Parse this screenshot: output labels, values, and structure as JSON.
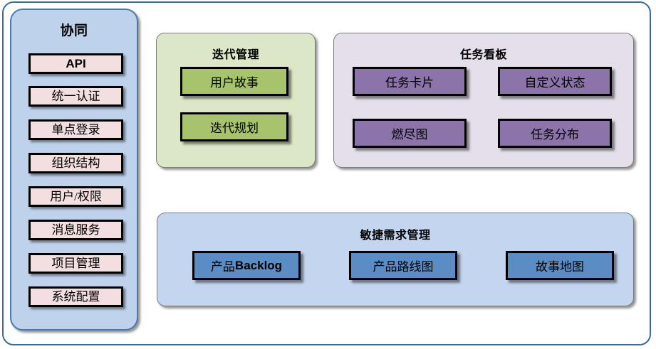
{
  "diagram": {
    "sidebar": {
      "title": "协同",
      "items": [
        {
          "label": "API",
          "style": "latin-bold"
        },
        {
          "label": "统一认证",
          "style": "cjk"
        },
        {
          "label": "单点登录",
          "style": "cjk"
        },
        {
          "label": "组织结构",
          "style": "cjk"
        },
        {
          "label": "用户/权限",
          "style": "cjk"
        },
        {
          "label": "消息服务",
          "style": "cjk"
        },
        {
          "label": "项目管理",
          "style": "cjk"
        },
        {
          "label": "系统配置",
          "style": "cjk"
        }
      ]
    },
    "iteration": {
      "title": "迭代管理",
      "items": [
        {
          "label": "用户故事"
        },
        {
          "label": "迭代规划"
        }
      ]
    },
    "taskboard": {
      "title": "任务看板",
      "items": [
        {
          "label": "任务卡片"
        },
        {
          "label": "自定义状态"
        },
        {
          "label": "燃尽图"
        },
        {
          "label": "任务分布"
        }
      ]
    },
    "agile": {
      "title": "敏捷需求管理",
      "items": [
        {
          "label": "产品Backlog"
        },
        {
          "label": "产品路线图"
        },
        {
          "label": "故事地图"
        }
      ]
    }
  },
  "colors": {
    "outer_border": "#3b6a9e",
    "sidebar_fill": "#bed2ec",
    "sidebar_border": "#4a7bb0",
    "sidebar_item_fill": "#f3dfdf",
    "iteration_fill": "#dbe7c6",
    "iteration_item_fill": "#a7c36c",
    "taskboard_fill": "#e4dfea",
    "taskboard_item_fill": "#8c74ab",
    "agile_fill": "#c4d5ef",
    "agile_item_fill": "#5b8cc4",
    "box_border": "#000000"
  }
}
